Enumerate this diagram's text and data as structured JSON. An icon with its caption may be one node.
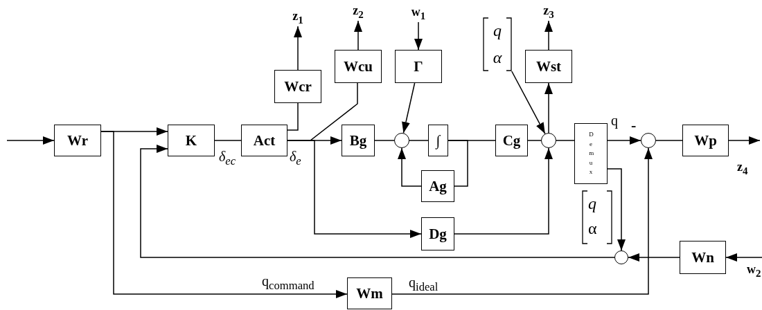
{
  "diagram": {
    "nodes": [
      {
        "text": [
          "z$_{1}$"
        ]
      },
      {
        "text": [
          "z$_{2}$"
        ]
      },
      {
        "text": [
          "w$_{1}$"
        ]
      },
      {
        "text": [
          "q",
          "α"
        ]
      },
      {
        "text": [
          "z$_{3}$"
        ]
      },
      {
        "text": [
          "Wcu"
        ]
      },
      {
        "text": [
          "Γ"
        ]
      },
      {
        "text": [
          "Wst"
        ]
      },
      {
        "text": [
          "Wcr"
        ]
      },
      {
        "text": [
          "Wr"
        ]
      },
      {
        "text": [
          "K"
        ]
      },
      {
        "text": [
          "Act"
        ]
      },
      {
        "text": [
          "Bg"
        ]
      },
      {
        "text": [],
        "shape": "circle"
      },
      {
        "text": [
          "∫"
        ]
      },
      {
        "text": [
          "Cg"
        ]
      },
      {
        "text": [],
        "shape": "circle"
      },
      {
        "text": [
          "Demux"
        ]
      },
      {
        "text": [],
        "shape": "circle"
      },
      {
        "text": [
          "Wp"
        ]
      },
      {
        "text": [
          "Ag"
        ]
      },
      {
        "text": [
          "Dg"
        ]
      },
      {
        "text": [],
        "shape": "circle"
      },
      {
        "text": [
          "Wn"
        ]
      },
      {
        "text": [
          "Wm"
        ]
      }
    ],
    "edges": [
      {
        "from": null,
        "to": 9,
        "arrow": "to"
      },
      {
        "from": 9,
        "to": 10,
        "arrow": "to"
      },
      {
        "from": 9,
        "to": 24,
        "arrow": "to",
        "label": "q$_{command}$"
      },
      {
        "from": 22,
        "to": 10,
        "arrow": "to"
      },
      {
        "from": 10,
        "to": 11,
        "arrow": "none",
        "label": "δ$_{ec}$"
      },
      {
        "from": 11,
        "to": 8,
        "arrow": "none"
      },
      {
        "from": 11,
        "to": 12,
        "arrow": "to",
        "label": "δ$_{e}$"
      },
      {
        "from": 11,
        "to": 5,
        "arrow": "none"
      },
      {
        "from": 11,
        "to": 21,
        "arrow": "to"
      },
      {
        "from": 8,
        "to": 0,
        "arrow": "to"
      },
      {
        "from": 5,
        "to": 1,
        "arrow": "to"
      },
      {
        "from": 2,
        "to": 6,
        "arrow": "to"
      },
      {
        "from": 6,
        "to": 13,
        "arrow": "to"
      },
      {
        "from": 12,
        "to": 13,
        "arrow": "none"
      },
      {
        "from": 13,
        "to": 14,
        "arrow": "none"
      },
      {
        "from": 14,
        "to": 15,
        "arrow": "none"
      },
      {
        "from": 14,
        "to": 20,
        "arrow": "none"
      },
      {
        "from": 20,
        "to": 13,
        "arrow": "to"
      },
      {
        "from": 15,
        "to": 16,
        "arrow": "none"
      },
      {
        "from": 3,
        "to": 16,
        "arrow": "to"
      },
      {
        "from": 16,
        "to": 7,
        "arrow": "to"
      },
      {
        "from": 7,
        "to": 4,
        "arrow": "to"
      },
      {
        "from": 21,
        "to": 16,
        "arrow": "to"
      },
      {
        "from": 16,
        "to": 17,
        "arrow": "none"
      },
      {
        "from": 17,
        "to": 18,
        "arrow": "to",
        "label": "q"
      },
      {
        "from": 18,
        "to": 19,
        "arrow": "none"
      },
      {
        "from": 19,
        "to": null,
        "arrow": "to"
      },
      {
        "from": 17,
        "to": 22,
        "arrow": "to"
      },
      {
        "from": 23,
        "to": 22,
        "arrow": "to"
      },
      {
        "from": null,
        "to": 23,
        "arrow": "to"
      },
      {
        "from": 24,
        "to": 18,
        "arrow": "to",
        "label": "q$_{ideal}$"
      }
    ],
    "labels": [
      "-",
      "z$_{4}$",
      "q",
      "α",
      "w$_{2}$"
    ]
  }
}
